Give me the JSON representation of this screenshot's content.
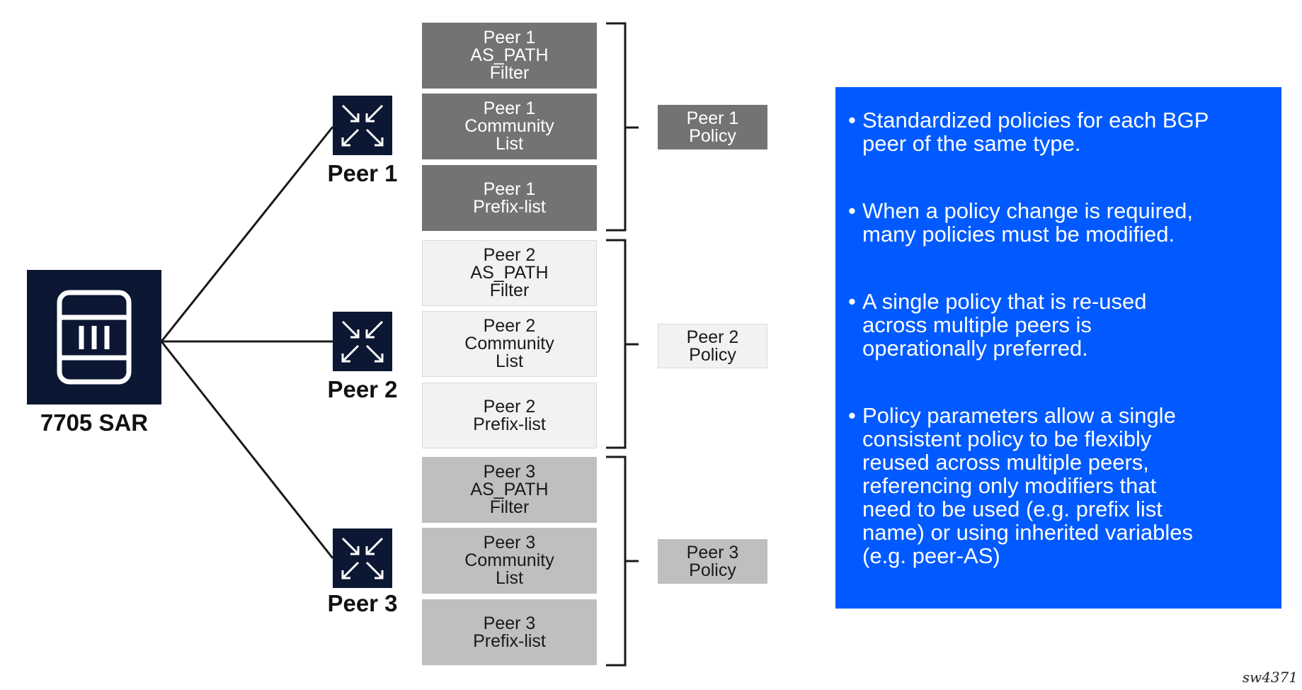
{
  "device": {
    "label": "7705 SAR",
    "icon": "router-chassis-icon"
  },
  "peers": [
    {
      "label": "Peer 1",
      "icon": "router-arrows-icon"
    },
    {
      "label": "Peer 2",
      "icon": "router-arrows-icon"
    },
    {
      "label": "Peer 3",
      "icon": "router-arrows-icon"
    }
  ],
  "peer_groups": [
    {
      "items": [
        "Peer 1\nAS_PATH\nFilter",
        "Peer 1\nCommunity\nList",
        "Peer 1\nPrefix-list"
      ],
      "policy": "Peer 1\nPolicy",
      "fill": "#737373"
    },
    {
      "items": [
        "Peer 2\nAS_PATH\nFilter",
        "Peer 2\nCommunity\nList",
        "Peer 2\nPrefix-list"
      ],
      "policy": "Peer 2\nPolicy",
      "fill": "#f2f2f2"
    },
    {
      "items": [
        "Peer 3\nAS_PATH\nFilter",
        "Peer 3\nCommunity\nList",
        "Peer 3\nPrefix-list"
      ],
      "policy": "Peer 3\nPolicy",
      "fill": "#bfbfbf"
    }
  ],
  "info_panel": {
    "color": "#005aff",
    "bullet_char": "•",
    "bullets": [
      "Standardized policies for each BGP\npeer of the same type.",
      "When a policy change is required,\nmany policies must be modified.",
      "A single policy that is re-used\nacross multiple peers is\noperationally preferred.",
      "Policy parameters allow a single\nconsistent policy to be flexibly\nreused across multiple peers,\nreferencing only modifiers that\nneed to be used (e.g. prefix list\nname) or using inherited variables\n(e.g. peer-AS)"
    ]
  },
  "watermark": "sw4371"
}
